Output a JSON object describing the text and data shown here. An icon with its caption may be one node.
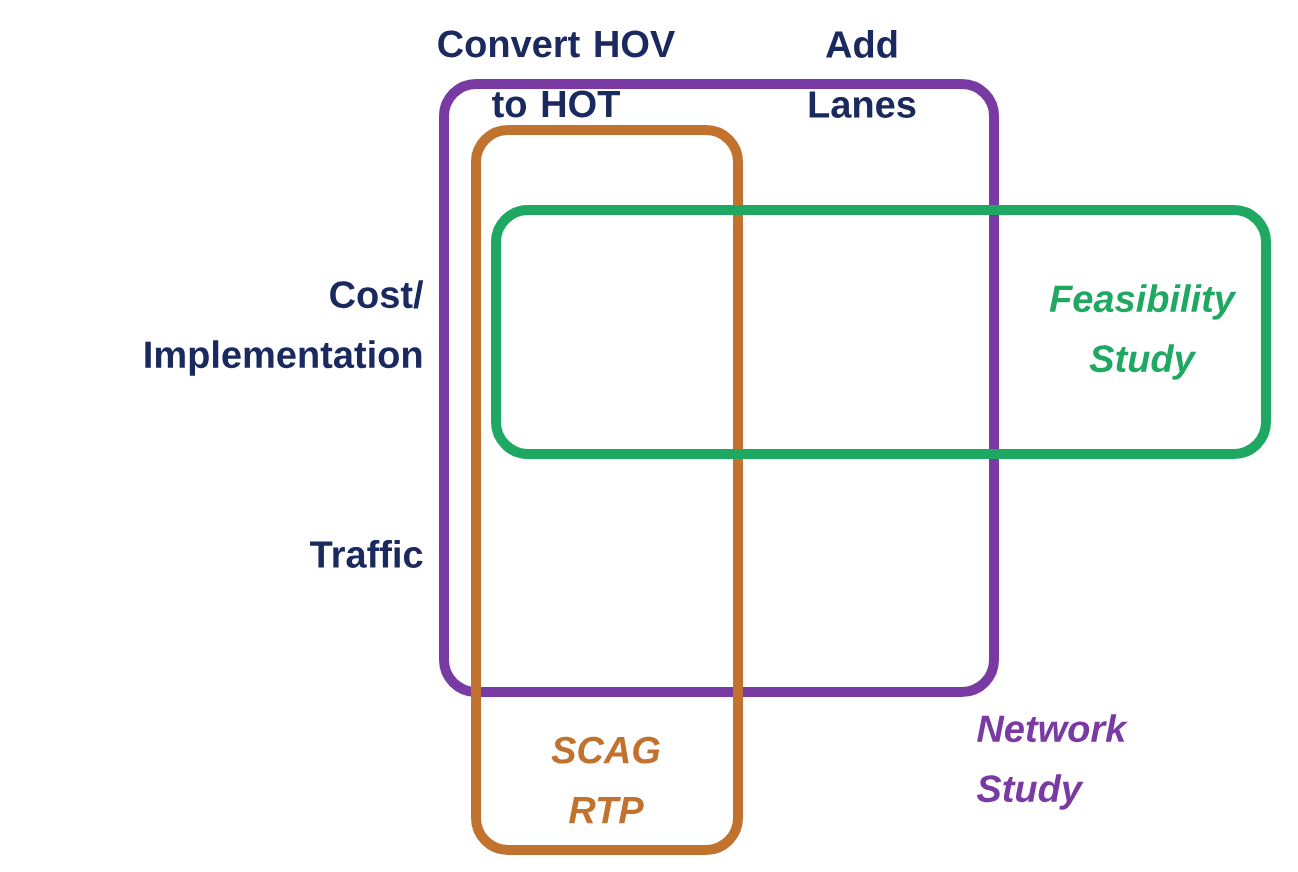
{
  "diagram": {
    "nodes": [
      {
        "text": [
          "Network Study"
        ]
      },
      {
        "text": [
          "SCAG RTP"
        ]
      },
      {
        "text": [
          "Feasibility Study"
        ]
      }
    ],
    "labels": [
      "Convert HOV to HOT",
      "Add Lanes",
      "Cost/ Implementation",
      "Traffic"
    ]
  }
}
